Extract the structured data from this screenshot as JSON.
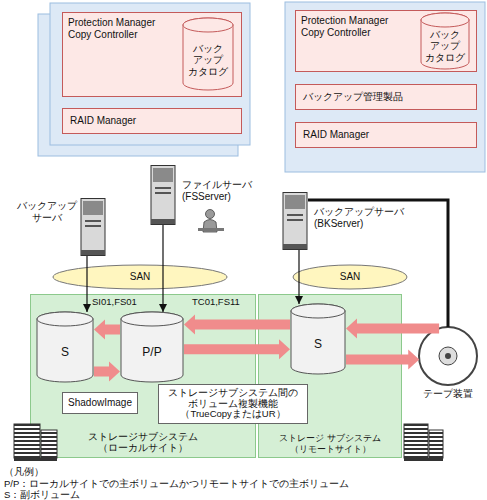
{
  "diagram": {
    "nodes": [
      {
        "text": [
          "Protection Manager Copy Controller"
        ]
      },
      {
        "text": [
          "バック アップ カタログ"
        ],
        "in": 0
      },
      {
        "text": [
          "RAID Manager"
        ]
      },
      {
        "text": [
          "Protection Manager Copy Controller"
        ]
      },
      {
        "text": [
          "バック アップ カタログ"
        ],
        "in": 3
      },
      {
        "text": [
          "バックアップ管理製品"
        ]
      },
      {
        "text": [
          "RAID Manager"
        ]
      },
      {
        "text": [
          "バックアップ サーバ"
        ]
      },
      {
        "text": [
          "ファイルサーバ (FSServer)"
        ]
      },
      {
        "text": [
          "バックアップサーバ (BKServer)"
        ]
      },
      {
        "text": [
          "SAN"
        ]
      },
      {
        "text": [
          "SAN"
        ]
      },
      {
        "text": [
          "ストレージサブシステム （ローカルサイト）"
        ]
      },
      {
        "text": [
          "S"
        ],
        "in": 12
      },
      {
        "text": [
          "P/P"
        ],
        "in": 12
      },
      {
        "text": [
          "ShadowImage"
        ],
        "in": 12
      },
      {
        "text": [
          "ストレージ サブシステム（リモートサイト）"
        ]
      },
      {
        "text": [
          "S"
        ],
        "in": 16
      },
      {
        "text": [
          "ストレージサブシステム間の ボリューム複製機能 （TrueCopyまたはUR）"
        ]
      },
      {
        "text": [
          "テープ装置"
        ]
      }
    ],
    "edges": [
      {
        "from": 7,
        "to": 13,
        "arrow": "to"
      },
      {
        "from": 8,
        "to": 14,
        "arrow": "to"
      },
      {
        "from": 9,
        "to": 17,
        "arrow": "to"
      },
      {
        "from": 9,
        "to": 19,
        "arrow": "none"
      },
      {
        "from": 14,
        "to": 13,
        "arrow": "to"
      },
      {
        "from": 13,
        "to": 14,
        "arrow": "to"
      },
      {
        "from": 17,
        "to": 14,
        "arrow": "to"
      },
      {
        "from": 14,
        "to": 17,
        "arrow": "to"
      },
      {
        "from": 19,
        "to": 17,
        "arrow": "to"
      },
      {
        "from": 17,
        "to": 19,
        "arrow": "to"
      }
    ],
    "labels": [
      "SI01,FS01",
      "TC01,FS11",
      "（凡例）"
    ],
    "legend": [
      {
        "text": "P/P：ローカルサイトでの主ボリュームかつリモートサイトでの主ボリューム"
      },
      {
        "text": "S：副ボリューム"
      }
    ]
  }
}
